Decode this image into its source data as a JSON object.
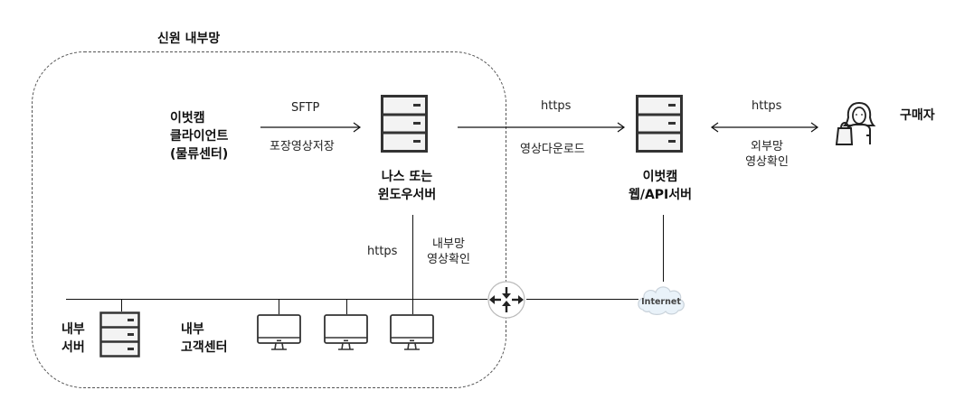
{
  "zone": {
    "title": "신원 내부망"
  },
  "nodes": {
    "client": {
      "line1": "이벗캠",
      "line2": "클라이언트",
      "line3": "(물류센터)",
      "icon": "client-label"
    },
    "nas": {
      "line1": "나스 또는",
      "line2": "윈도우서버",
      "icon": "server-icon"
    },
    "web": {
      "line1": "이벗캠",
      "line2": "웹/API서버",
      "icon": "server-icon"
    },
    "buyer": {
      "label": "구매자",
      "icon": "shopper-icon"
    },
    "internal_server": {
      "line1": "내부",
      "line2": "서버",
      "icon": "server-icon"
    },
    "customer_center": {
      "line1": "내부",
      "line2": "고객센터",
      "icon": "monitor-icon",
      "monitor_count": 3
    },
    "router": {
      "icon": "router-icon"
    },
    "internet": {
      "label": "Internet",
      "icon": "cloud-icon"
    }
  },
  "edges": {
    "client_to_nas": {
      "protocol": "SFTP",
      "desc": "포장영상저장"
    },
    "nas_to_web": {
      "protocol": "https",
      "desc": "영상다운로드"
    },
    "web_buyer": {
      "protocol": "https",
      "desc_line1": "외부망",
      "desc_line2": "영상확인"
    },
    "nas_vertical": {
      "protocol": "https",
      "desc_line1": "내부망",
      "desc_line2": "영상확인"
    }
  }
}
